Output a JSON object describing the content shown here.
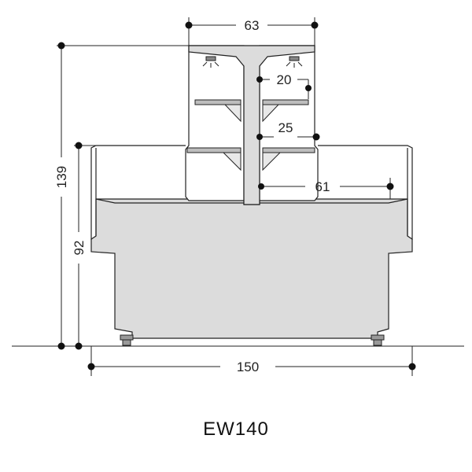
{
  "model": "EW140",
  "dimensions": {
    "top_width": "63",
    "shelf_gap_top": "20",
    "shelf_gap_mid": "25",
    "counter_depth": "61",
    "total_height": "139",
    "counter_height": "92",
    "total_width": "150"
  },
  "colors": {
    "outline": "#222222",
    "fill_body": "#dcdcdc",
    "fill_white": "#ffffff",
    "shelf": "#aaaaaa"
  }
}
